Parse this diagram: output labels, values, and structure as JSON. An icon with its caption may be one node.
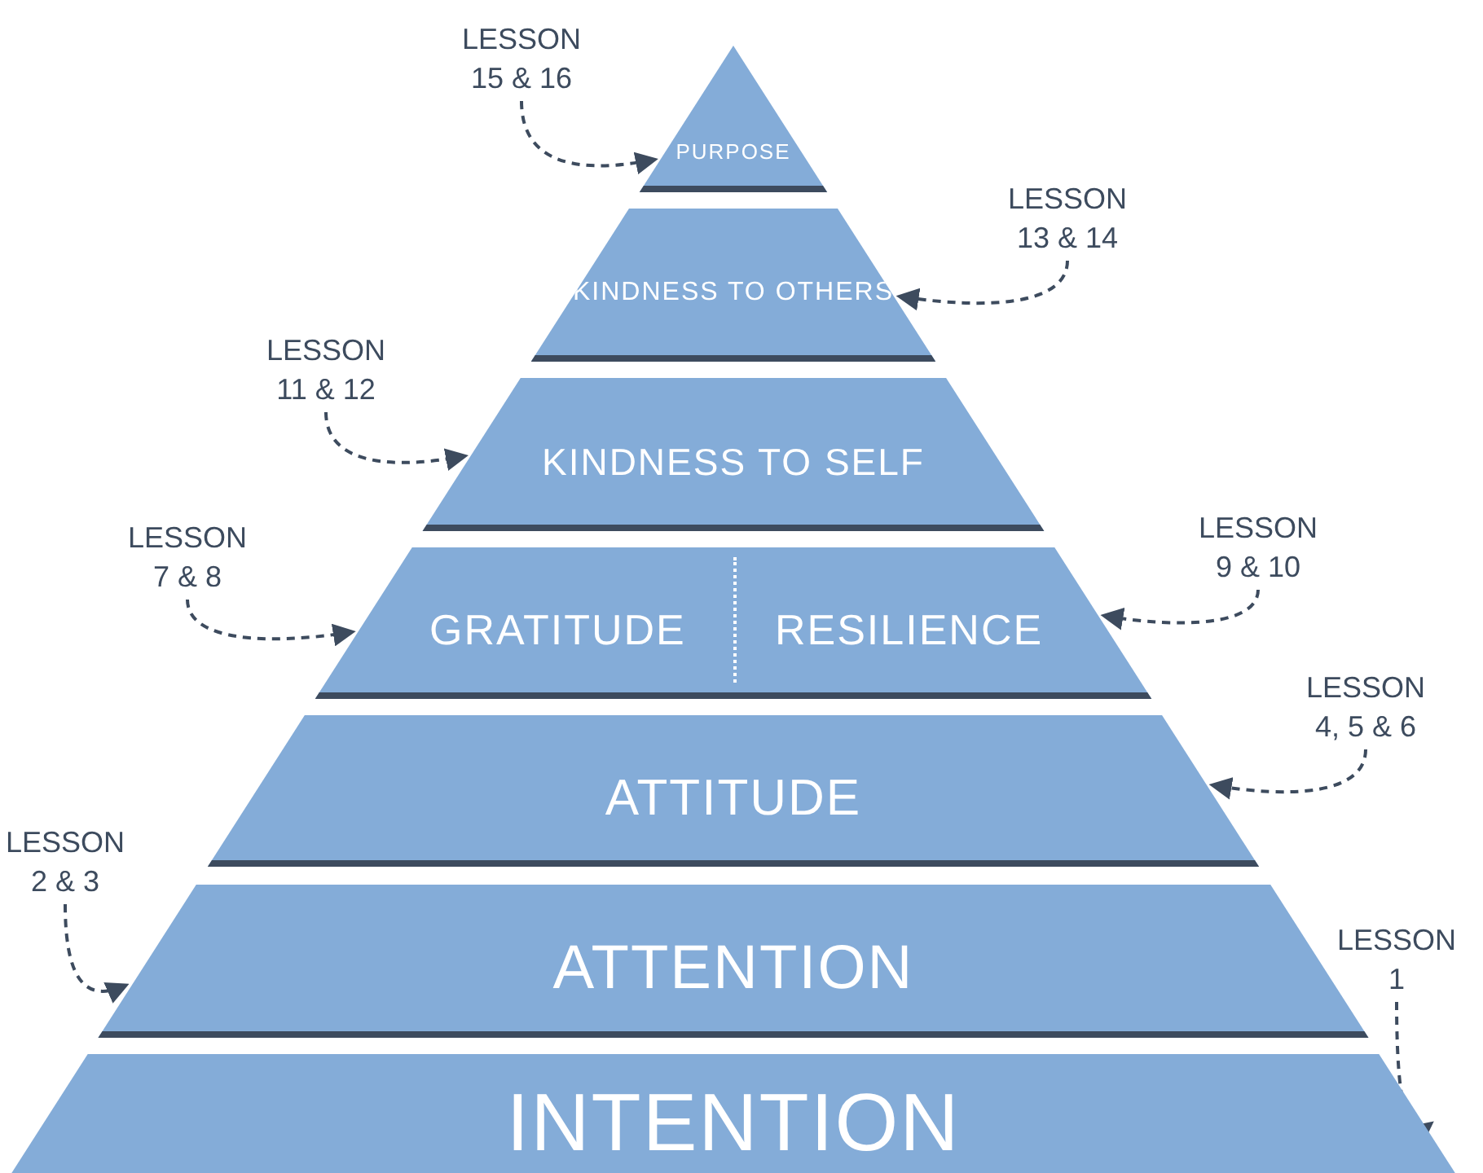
{
  "diagram": {
    "nodes": [
      {
        "text": [
          "PURPOSE"
        ]
      },
      {
        "text": [
          "KINDNESS TO OTHERS"
        ]
      },
      {
        "text": [
          "KINDNESS TO SELF"
        ]
      },
      {
        "text": [
          "GRATITUDE",
          "RESILIENCE"
        ]
      },
      {
        "text": [
          "ATTITUDE"
        ]
      },
      {
        "text": [
          "ATTENTION"
        ]
      },
      {
        "text": [
          "INTENTION"
        ]
      },
      {
        "text": [
          "LESSON 15 & 16"
        ]
      },
      {
        "text": [
          "LESSON 13 & 14"
        ]
      },
      {
        "text": [
          "LESSON 11 & 12"
        ]
      },
      {
        "text": [
          "LESSON 7 & 8"
        ]
      },
      {
        "text": [
          "LESSON 9 & 10"
        ]
      },
      {
        "text": [
          "LESSON 4, 5 & 6"
        ]
      },
      {
        "text": [
          "LESSON 2 & 3"
        ]
      },
      {
        "text": [
          "LESSON 1"
        ]
      }
    ],
    "edges": [
      {
        "from": 7,
        "to": 0,
        "arrow": "to",
        "style": "dashed"
      },
      {
        "from": 8,
        "to": 1,
        "arrow": "to",
        "style": "dashed"
      },
      {
        "from": 9,
        "to": 2,
        "arrow": "to",
        "style": "dashed"
      },
      {
        "from": 10,
        "to": 3,
        "arrow": "to",
        "style": "dashed"
      },
      {
        "from": 11,
        "to": 3,
        "arrow": "to",
        "style": "dashed"
      },
      {
        "from": 12,
        "to": 4,
        "arrow": "to",
        "style": "dashed"
      },
      {
        "from": 13,
        "to": 5,
        "arrow": "to",
        "style": "dashed"
      },
      {
        "from": 14,
        "to": 6,
        "arrow": "to",
        "style": "dashed"
      }
    ]
  }
}
